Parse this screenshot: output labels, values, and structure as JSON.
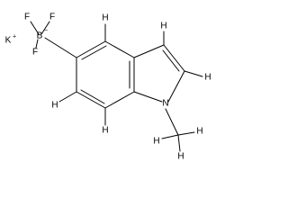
{
  "molecule": {
    "atoms": [
      {
        "id": "F1",
        "label": "F"
      },
      {
        "id": "F2",
        "label": "F"
      },
      {
        "id": "F3",
        "label": "F"
      },
      {
        "id": "B",
        "label": "B"
      },
      {
        "id": "K",
        "label": "K"
      },
      {
        "id": "K_charge",
        "label": "+"
      },
      {
        "id": "B_charge",
        "label": "−"
      },
      {
        "id": "N",
        "label": "N"
      },
      {
        "id": "H_C4",
        "label": "H"
      },
      {
        "id": "H_C3",
        "label": "H"
      },
      {
        "id": "H_C2",
        "label": "H"
      },
      {
        "id": "H_C6",
        "label": "H"
      },
      {
        "id": "H_C7",
        "label": "H"
      },
      {
        "id": "H_methyl_left",
        "label": "H"
      },
      {
        "id": "H_methyl_right",
        "label": "H"
      },
      {
        "id": "H_methyl_bottom",
        "label": "H"
      },
      {
        "id": "methyl_C",
        "label": "C"
      }
    ]
  }
}
